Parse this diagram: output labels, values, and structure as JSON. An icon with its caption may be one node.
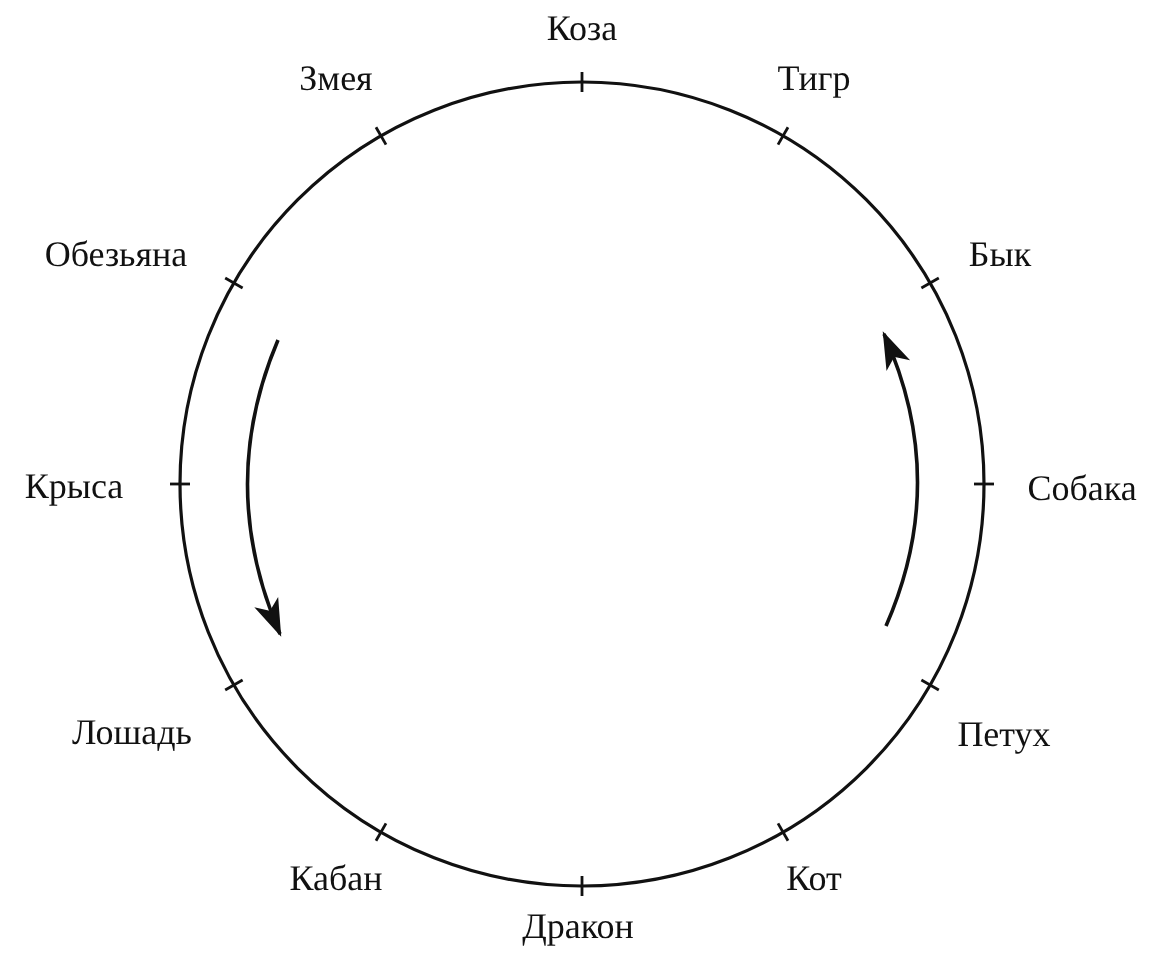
{
  "diagram": {
    "labels": [
      "Коза",
      "Тигр",
      "Бык",
      "Собака",
      "Петух",
      "Кот",
      "Дракон",
      "Кабан",
      "Лошадь",
      "Крыса",
      "Обезьяна",
      "Змея"
    ]
  }
}
